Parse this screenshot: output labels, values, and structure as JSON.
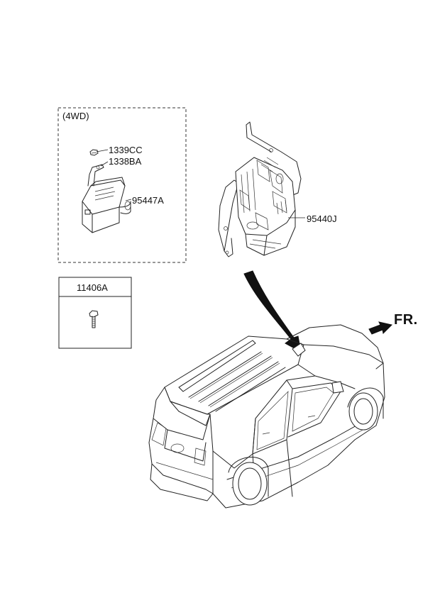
{
  "group_box": {
    "label": "(4WD)"
  },
  "parts": {
    "p1339CC": "1339CC",
    "p1338BA": "1338BA",
    "p95447A": "95447A",
    "p95440J": "95440J",
    "p11406A": "11406A"
  },
  "direction": {
    "label": "FR."
  }
}
